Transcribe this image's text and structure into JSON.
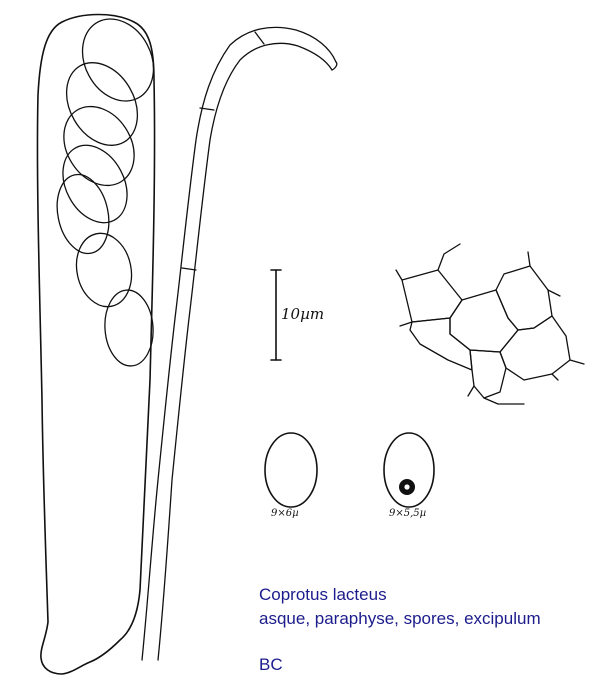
{
  "caption": {
    "species": "Coprotus lacteus",
    "parts": "asque, paraphyse, spores, excipulum",
    "author": "BC"
  },
  "scale_bar": {
    "label": "10µm"
  },
  "spores": [
    {
      "size": "9×6µ"
    },
    {
      "size": "9×5,5µ"
    }
  ]
}
